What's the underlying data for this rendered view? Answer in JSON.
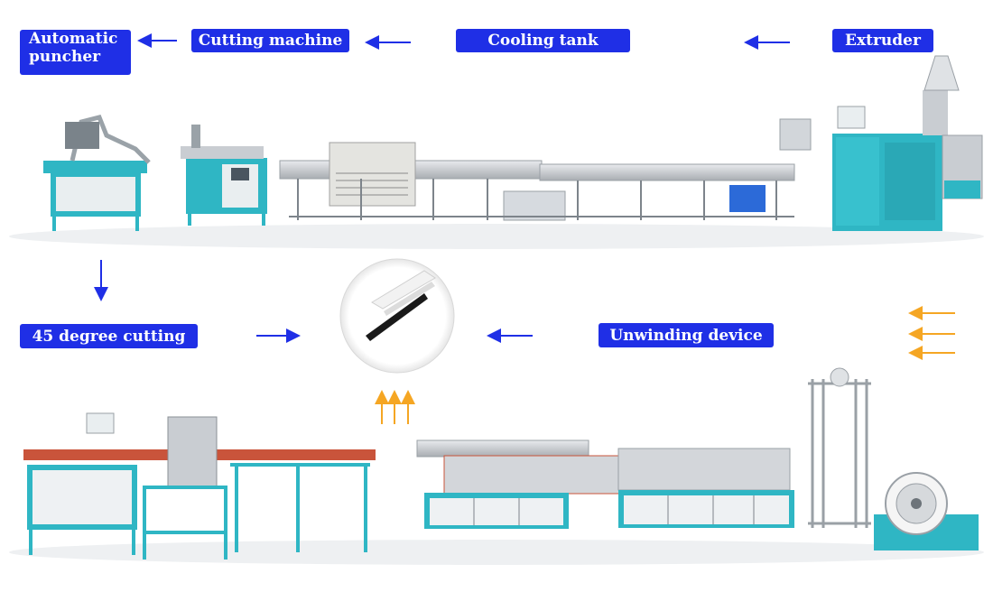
{
  "labels": {
    "automatic_puncher_line1": "Automatic",
    "automatic_puncher_line2": "puncher",
    "cutting_machine": "Cutting machine",
    "cooling_tank": "Cooling tank",
    "extruder": "Extruder",
    "degree_cutting": "45 degree cutting",
    "unwinding_device": "Unwinding device"
  },
  "colors": {
    "label_bg": "#1f2fe6",
    "flow_arrow": "#1f2fe6",
    "orange_arrow": "#f5a623",
    "machine_teal": "#2fb6c4",
    "steel": "#c9cdd2",
    "copper": "#c9543b"
  }
}
